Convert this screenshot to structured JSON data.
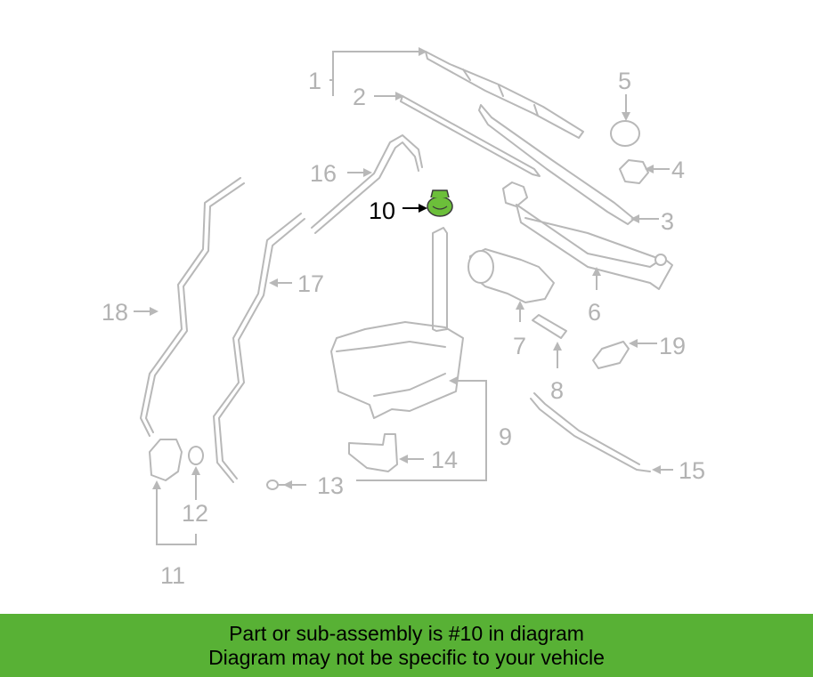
{
  "diagram": {
    "highlight_color": "#6cbf3a",
    "line_color": "#b8b8b8",
    "highlighted_callout": "10",
    "callouts": [
      "1",
      "2",
      "3",
      "4",
      "5",
      "6",
      "7",
      "8",
      "9",
      "10",
      "11",
      "12",
      "13",
      "14",
      "15",
      "16",
      "17",
      "18",
      "19"
    ]
  },
  "footer": {
    "background": "#58b135",
    "line1": "Part or sub-assembly is #10 in diagram",
    "line2": "Diagram may not be specific to your vehicle"
  }
}
